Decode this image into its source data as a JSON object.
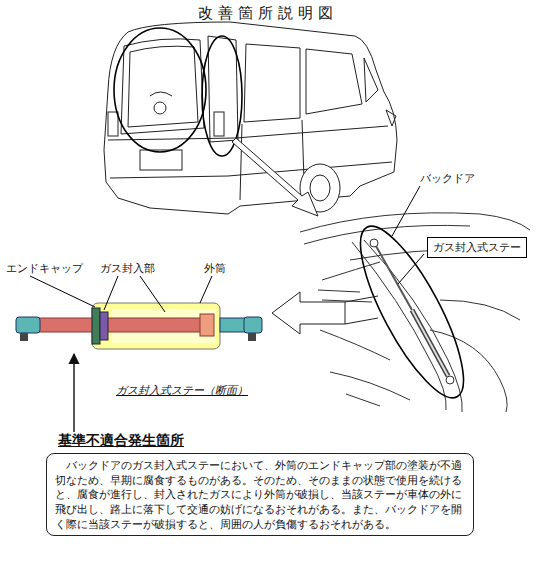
{
  "diagram": {
    "title": "改善箇所説明図",
    "nodes": [
      {
        "text": [
          "ガス封入式ステー"
        ]
      },
      {
        "text": [
          "基準不適合発生箇所",
          "バックドアのガス封入式ステーにおいて、外筒のエンドキャップ部の塗装が不適切なため、早期に腐食するものがある。そのため、そのままの状態で使用を続けると、腐食が進行し、封入されたガスにより外筒が破損し、当該ステーが車体の外に飛び出し、路上に落下して交通の妨げになるおそれがある。また、バックドアを開く際に当該ステーが破損すると、周囲の人が負傷するおそれがある。"
        ]
      }
    ],
    "labels": [
      "バックドア",
      "エンドキャップ",
      "ガス封入部",
      "外筒",
      "ガス封入式ステー（断面）"
    ]
  }
}
